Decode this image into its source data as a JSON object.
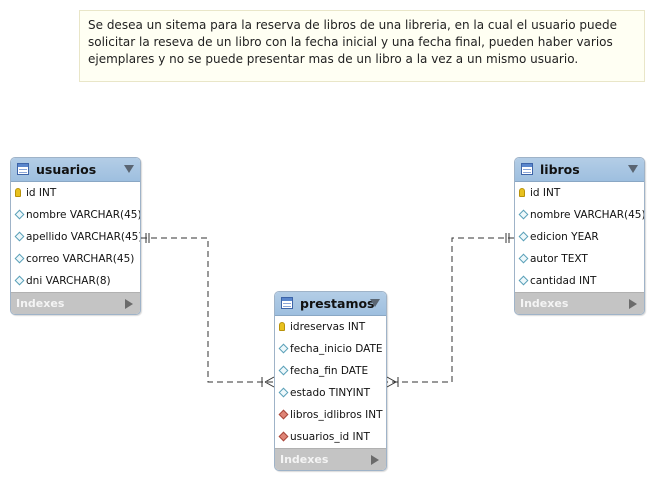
{
  "note": {
    "text": "Se desea un sitema para la reserva de libros de una libreria, en la cual el usuario puede solicitar la reseva de un libro con la fecha inicial y una fecha final, pueden haber varios ejemplares y no se puede presentar mas de un libro a la vez a un mismo usuario."
  },
  "tables": {
    "usuarios": {
      "name": "usuarios",
      "columns": [
        {
          "text": "id INT",
          "kind": "primary-key"
        },
        {
          "text": "nombre VARCHAR(45)",
          "kind": "attribute"
        },
        {
          "text": "apellido VARCHAR(45)",
          "kind": "attribute"
        },
        {
          "text": "correo VARCHAR(45)",
          "kind": "attribute"
        },
        {
          "text": "dni VARCHAR(8)",
          "kind": "attribute"
        }
      ],
      "footer": "Indexes"
    },
    "libros": {
      "name": "libros",
      "columns": [
        {
          "text": "id INT",
          "kind": "primary-key"
        },
        {
          "text": "nombre VARCHAR(45)",
          "kind": "attribute"
        },
        {
          "text": "edicion YEAR",
          "kind": "attribute"
        },
        {
          "text": "autor TEXT",
          "kind": "attribute"
        },
        {
          "text": "cantidad INT",
          "kind": "attribute"
        }
      ],
      "footer": "Indexes"
    },
    "prestamos": {
      "name": "prestamos",
      "columns": [
        {
          "text": "idreservas INT",
          "kind": "primary-key"
        },
        {
          "text": "fecha_inicio DATE",
          "kind": "attribute"
        },
        {
          "text": "fecha_fin DATE",
          "kind": "attribute"
        },
        {
          "text": "estado TINYINT",
          "kind": "attribute"
        },
        {
          "text": "libros_idlibros INT",
          "kind": "foreign-key"
        },
        {
          "text": "usuarios_id INT",
          "kind": "foreign-key"
        }
      ],
      "footer": "Indexes"
    }
  },
  "relationships": [
    {
      "from": "usuarios",
      "to": "prestamos",
      "from_cardinality": "one",
      "to_cardinality": "many"
    },
    {
      "from": "libros",
      "to": "prestamos",
      "from_cardinality": "one",
      "to_cardinality": "many"
    }
  ],
  "colors": {
    "header": "#a9c6e3",
    "footer": "#c4c4c4",
    "note_bg": "#fffff3",
    "key": "#e8c11e",
    "foreign_key": "#df8577"
  }
}
